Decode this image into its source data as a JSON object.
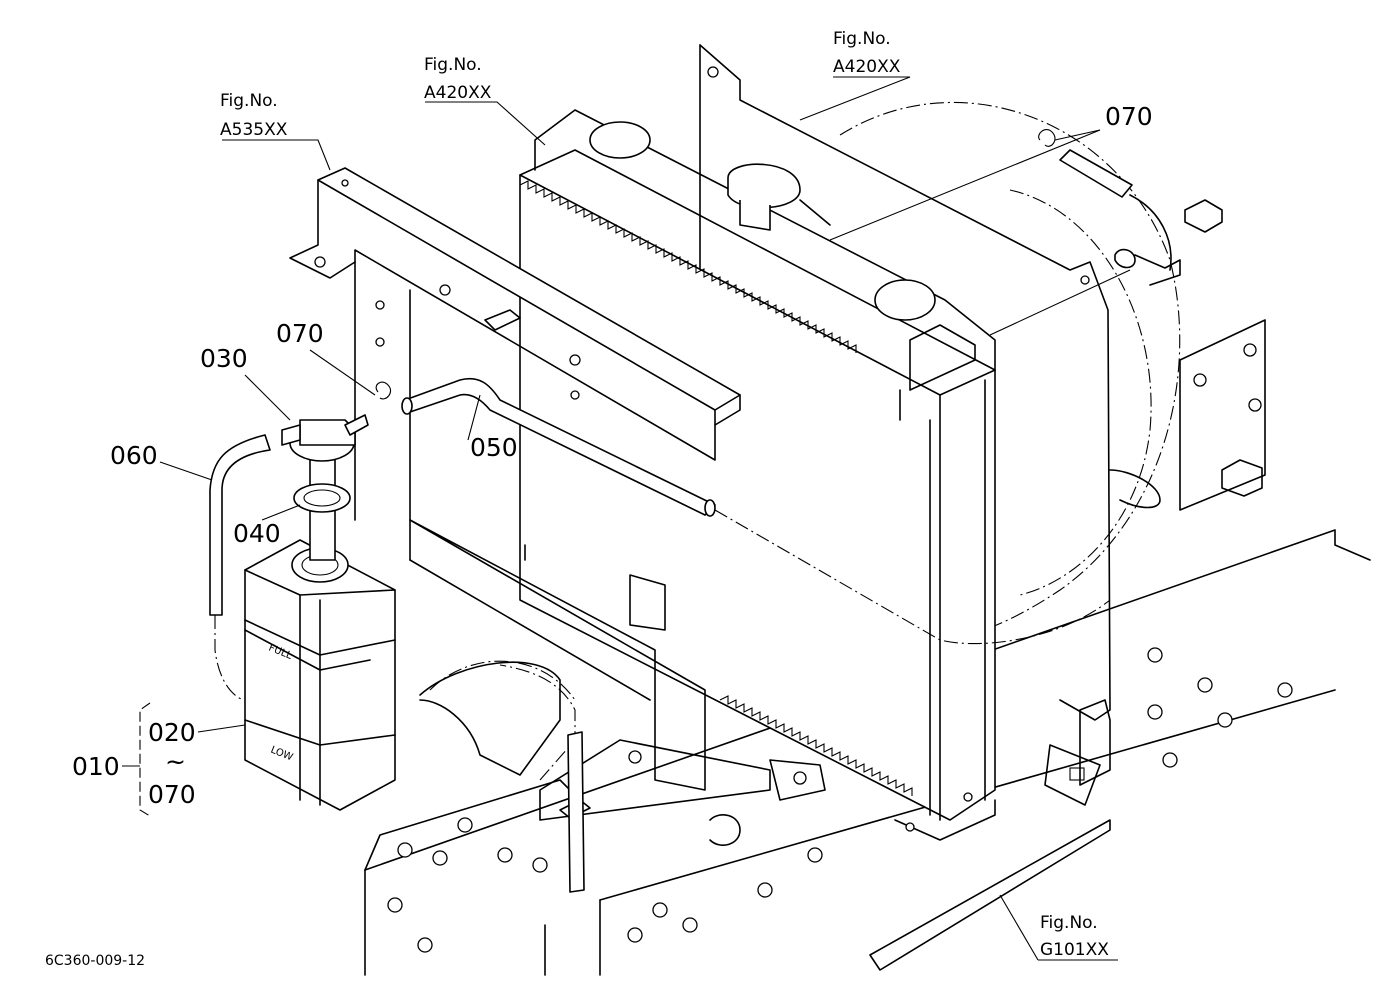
{
  "diagram": {
    "drawing_code": "6C360-009-12",
    "fig_refs": [
      {
        "line1": "Fig.No.",
        "line2": "A535XX"
      },
      {
        "line1": "Fig.No.",
        "line2": "A420XX"
      },
      {
        "line1": "Fig.No.",
        "line2": "A420XX"
      },
      {
        "line1": "Fig.No.",
        "line2": "G101XX"
      }
    ],
    "parts": {
      "p010": "010",
      "p020": "020",
      "range_sep": "~",
      "p070_range": "070",
      "p030": "030",
      "p040": "040",
      "p050": "050",
      "p060": "060",
      "p070_clip": "070",
      "p070_top": "070"
    },
    "tank_marks": {
      "full": "FULL",
      "low": "LOW"
    }
  }
}
